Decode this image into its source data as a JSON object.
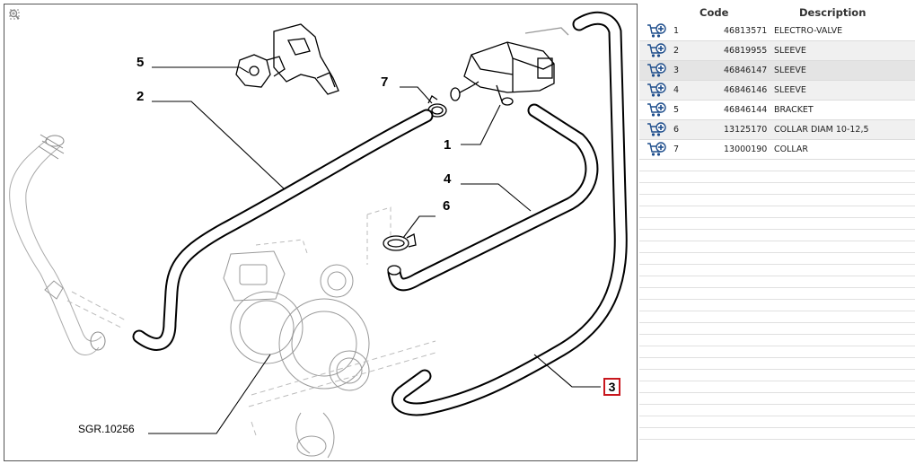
{
  "diagram": {
    "ref_label": "SGR.10256",
    "callouts": [
      "5",
      "2",
      "7",
      "1",
      "4",
      "6",
      "3"
    ],
    "selected_callout": "3",
    "highlight_color": "#c8171e"
  },
  "toolbar": {
    "icons": [
      "fit-icon",
      "zoom-in-icon",
      "zoom-out-icon"
    ]
  },
  "parts_table": {
    "columns": [
      "Code",
      "Description"
    ],
    "rows": [
      {
        "num": "1",
        "code": "46813571",
        "description": "ELECTRO-VALVE"
      },
      {
        "num": "2",
        "code": "46819955",
        "description": "SLEEVE"
      },
      {
        "num": "3",
        "code": "46846147",
        "description": "SLEEVE"
      },
      {
        "num": "4",
        "code": "46846146",
        "description": "SLEEVE"
      },
      {
        "num": "5",
        "code": "46846144",
        "description": "BRACKET"
      },
      {
        "num": "6",
        "code": "13125170",
        "description": "COLLAR DIAM 10-12,5"
      },
      {
        "num": "7",
        "code": "13000190",
        "description": "COLLAR"
      }
    ],
    "selected_row": 2,
    "cart_icon": "add-to-cart-icon"
  }
}
